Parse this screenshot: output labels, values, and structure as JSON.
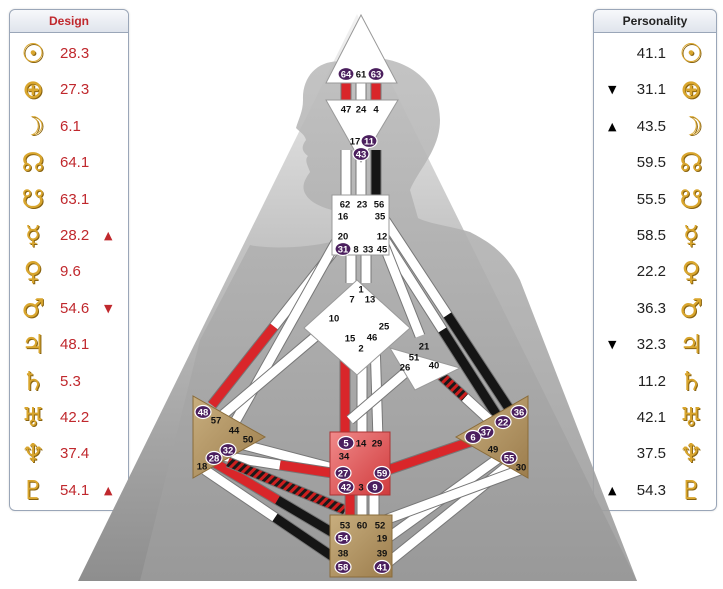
{
  "design": {
    "title": "Design",
    "rows": [
      {
        "icon": "sun-icon",
        "glyph": "☉",
        "value": "28.3",
        "arrow": ""
      },
      {
        "icon": "earth-icon",
        "glyph": "⊕",
        "value": "27.3",
        "arrow": ""
      },
      {
        "icon": "moon-icon",
        "glyph": "☽",
        "value": "6.1",
        "arrow": ""
      },
      {
        "icon": "north-node-icon",
        "glyph": "☊",
        "value": "64.1",
        "arrow": ""
      },
      {
        "icon": "south-node-icon",
        "glyph": "☋",
        "value": "63.1",
        "arrow": ""
      },
      {
        "icon": "mercury-icon",
        "glyph": "☿",
        "value": "28.2",
        "arrow": "▲"
      },
      {
        "icon": "venus-icon",
        "glyph": "♀",
        "value": "9.6",
        "arrow": ""
      },
      {
        "icon": "mars-icon",
        "glyph": "♂",
        "value": "54.6",
        "arrow": "▼"
      },
      {
        "icon": "jupiter-icon",
        "glyph": "♃",
        "value": "48.1",
        "arrow": ""
      },
      {
        "icon": "saturn-icon",
        "glyph": "♄",
        "value": "5.3",
        "arrow": ""
      },
      {
        "icon": "uranus-icon",
        "glyph": "♅",
        "value": "42.2",
        "arrow": ""
      },
      {
        "icon": "neptune-icon",
        "glyph": "♆",
        "value": "37.4",
        "arrow": ""
      },
      {
        "icon": "pluto-icon",
        "glyph": "♇",
        "value": "54.1",
        "arrow": "▲"
      }
    ]
  },
  "personality": {
    "title": "Personality",
    "rows": [
      {
        "icon": "sun-icon",
        "glyph": "☉",
        "value": "41.1",
        "arrow": ""
      },
      {
        "icon": "earth-icon",
        "glyph": "⊕",
        "value": "31.1",
        "arrow": "▼"
      },
      {
        "icon": "moon-icon",
        "glyph": "☽",
        "value": "43.5",
        "arrow": "▲"
      },
      {
        "icon": "north-node-icon",
        "glyph": "☊",
        "value": "59.5",
        "arrow": ""
      },
      {
        "icon": "south-node-icon",
        "glyph": "☋",
        "value": "55.5",
        "arrow": ""
      },
      {
        "icon": "mercury-icon",
        "glyph": "☿",
        "value": "58.5",
        "arrow": ""
      },
      {
        "icon": "venus-icon",
        "glyph": "♀",
        "value": "22.2",
        "arrow": ""
      },
      {
        "icon": "mars-icon",
        "glyph": "♂",
        "value": "36.3",
        "arrow": ""
      },
      {
        "icon": "jupiter-icon",
        "glyph": "♃",
        "value": "32.3",
        "arrow": "▼"
      },
      {
        "icon": "saturn-icon",
        "glyph": "♄",
        "value": "11.2",
        "arrow": ""
      },
      {
        "icon": "uranus-icon",
        "glyph": "♅",
        "value": "42.1",
        "arrow": ""
      },
      {
        "icon": "neptune-icon",
        "glyph": "♆",
        "value": "37.5",
        "arrow": ""
      },
      {
        "icon": "pluto-icon",
        "glyph": "♇",
        "value": "54.3",
        "arrow": "▲"
      }
    ]
  },
  "colors": {
    "design_red": "#c0282d",
    "gold": "#d9a62e",
    "gate_badge": "#4b1f5e",
    "sacral_red": "#e0474a",
    "motor_tan": "#b89a6a"
  },
  "gates": {
    "head": [
      "64",
      "61",
      "63"
    ],
    "ajna": [
      "47",
      "24",
      "4",
      "17",
      "11",
      "43"
    ],
    "throat": [
      "62",
      "23",
      "56",
      "16",
      "35",
      "20",
      "12",
      "31",
      "8",
      "33",
      "45"
    ],
    "g": [
      "1",
      "7",
      "13",
      "10",
      "25",
      "15",
      "46",
      "2"
    ],
    "ego": [
      "21",
      "51",
      "26",
      "40"
    ],
    "spleen": [
      "48",
      "57",
      "44",
      "50",
      "32",
      "28",
      "18"
    ],
    "solar": [
      "36",
      "22",
      "37",
      "6",
      "49",
      "55",
      "30"
    ],
    "sacral": [
      "5",
      "14",
      "29",
      "34",
      "27",
      "59",
      "42",
      "3",
      "9"
    ],
    "root": [
      "53",
      "60",
      "52",
      "54",
      "19",
      "38",
      "39",
      "58",
      "41"
    ]
  }
}
